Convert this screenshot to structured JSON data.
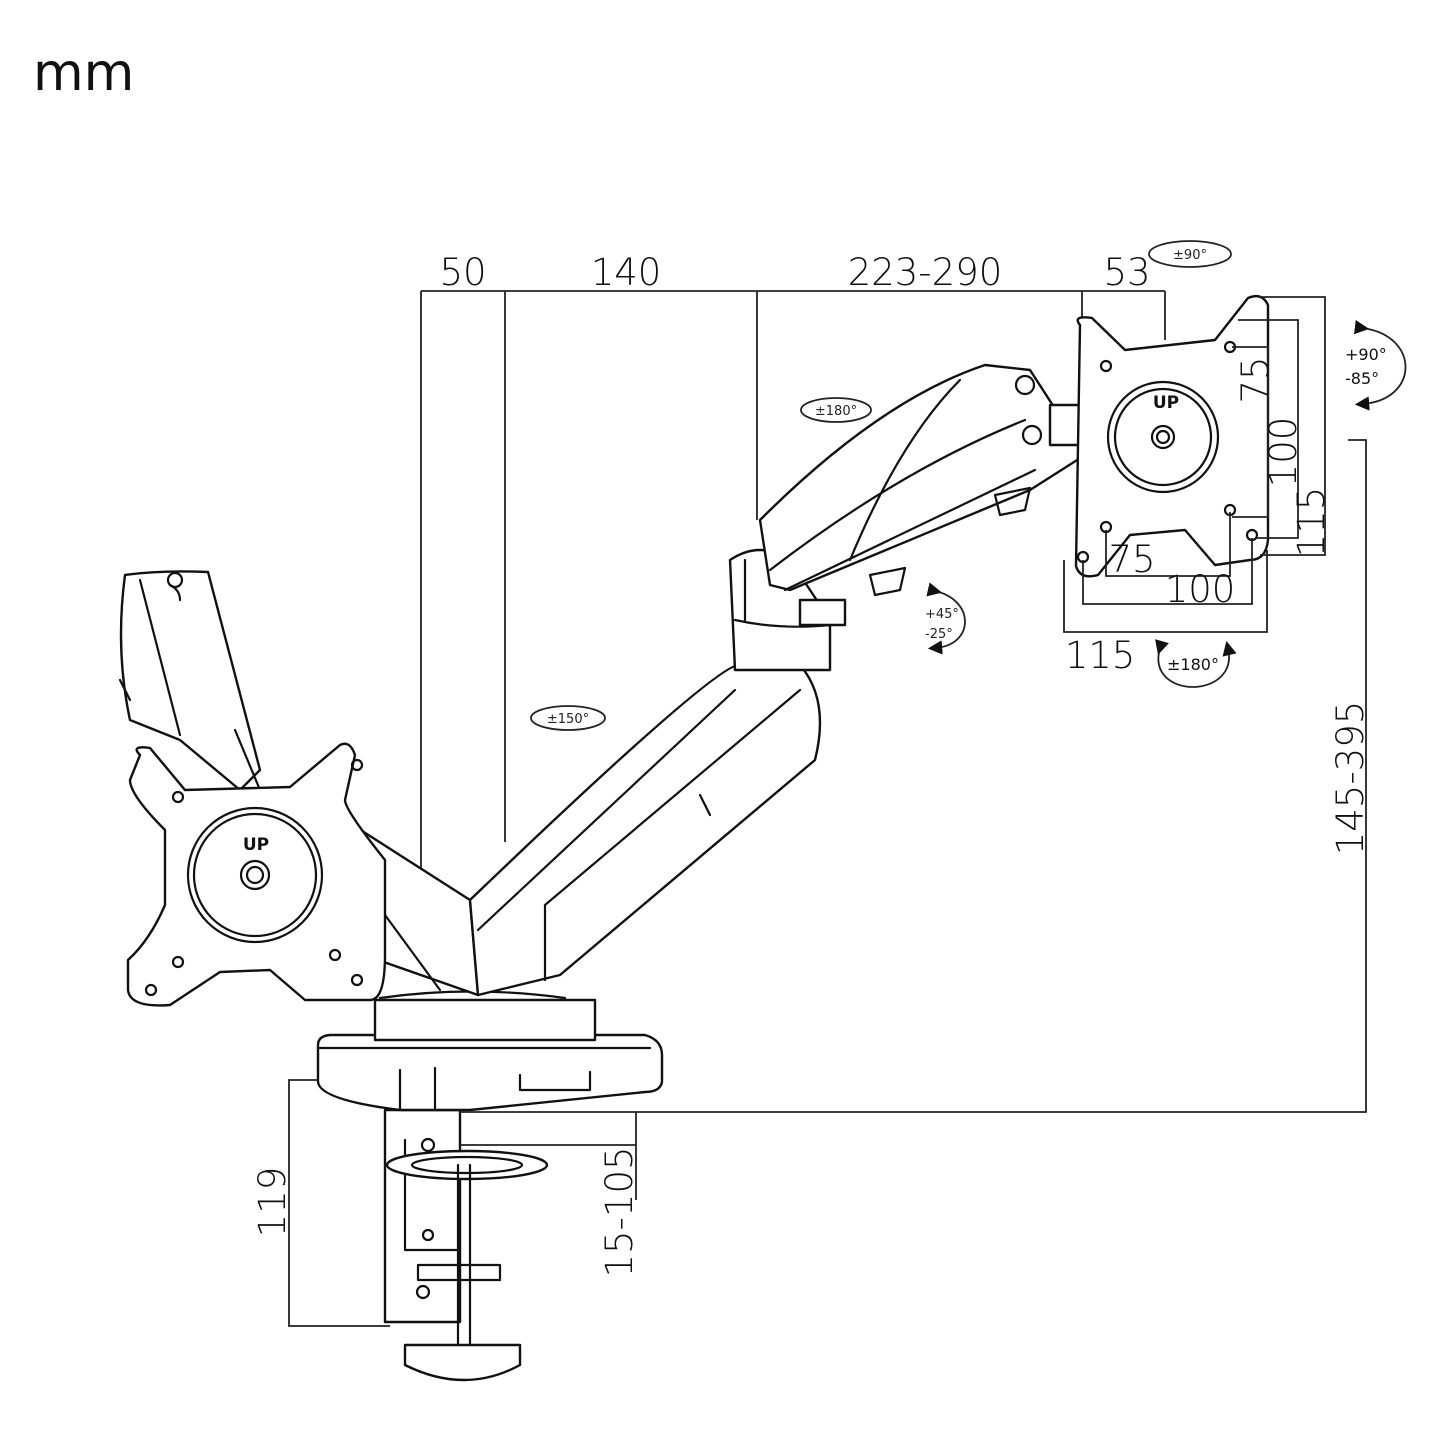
{
  "unit_label": "mm",
  "top_dimensions": [
    "50",
    "140",
    "223-290",
    "53"
  ],
  "vesa_vertical": [
    "75",
    "100",
    "115"
  ],
  "vesa_horizontal": [
    "75",
    "100",
    "115"
  ],
  "height_range": "145-395",
  "clamp_height": "119",
  "desk_thickness": "15-105",
  "rotations": {
    "swivel_top": "±90°",
    "swivel_arm": "±180°",
    "rotate_plate": "±180°",
    "swivel_base": "±150°",
    "tilt_plus": "+90°",
    "tilt_minus": "-85°",
    "arm_tilt_plus": "+45°",
    "arm_tilt_minus": "-25°"
  },
  "up_label": "UP"
}
